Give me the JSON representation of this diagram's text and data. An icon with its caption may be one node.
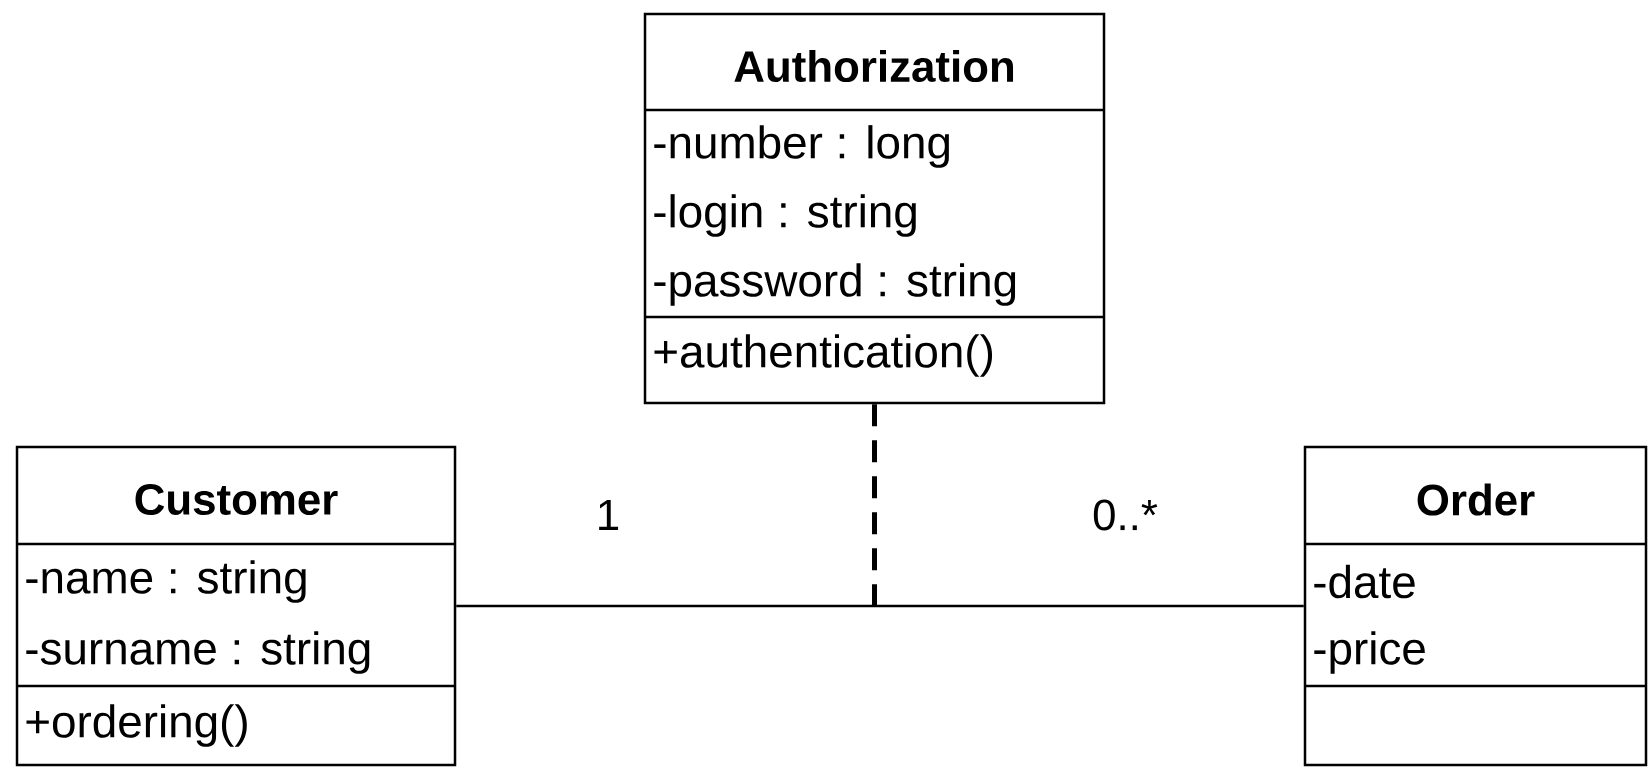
{
  "diagram": {
    "nodes": [
      {
        "text": [
          "Authorization",
          "-number : long",
          "-login : string",
          "-password : string",
          "+authentication()"
        ]
      },
      {
        "text": [
          "Customer",
          "-name : string",
          "-surname : string",
          "+ordering()"
        ]
      },
      {
        "text": [
          "Order",
          "-date",
          "-price"
        ]
      }
    ],
    "edges": [
      {
        "from": 1,
        "to": 2,
        "arrow": "none"
      },
      {
        "from": 0,
        "to": null,
        "arrow": "none",
        "style": "dashed"
      }
    ],
    "labels": [
      "1",
      "0..*"
    ]
  }
}
